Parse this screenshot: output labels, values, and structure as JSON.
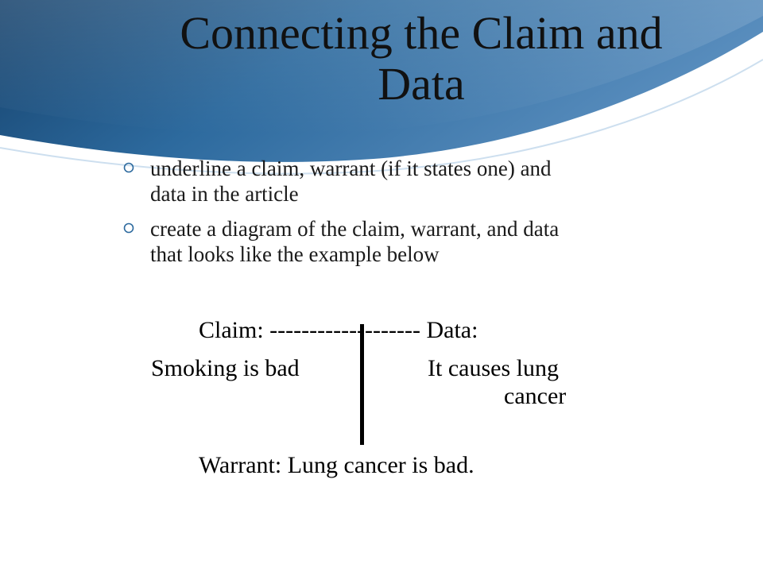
{
  "slide": {
    "title_line1": "Connecting the Claim and",
    "title_line2": "Data",
    "bullets": [
      {
        "line1": "underline a claim, warrant (if it states one) and",
        "line2": "data in the article"
      },
      {
        "line1": "create a diagram of the claim, warrant, and data",
        "line2": "that looks like the example below"
      }
    ],
    "bullet_icon": "circle-bullet-icon"
  },
  "diagram": {
    "claim_label": "Claim:  ------------------- Data:",
    "claim_text": "Smoking is bad",
    "data_text_line1": "It causes lung",
    "data_text_line2": "cancer",
    "warrant": "Warrant:  Lung cancer is bad."
  },
  "colors": {
    "header_blue": "#2d6a9e",
    "header_dark": "#17456f",
    "text": "#111111"
  }
}
